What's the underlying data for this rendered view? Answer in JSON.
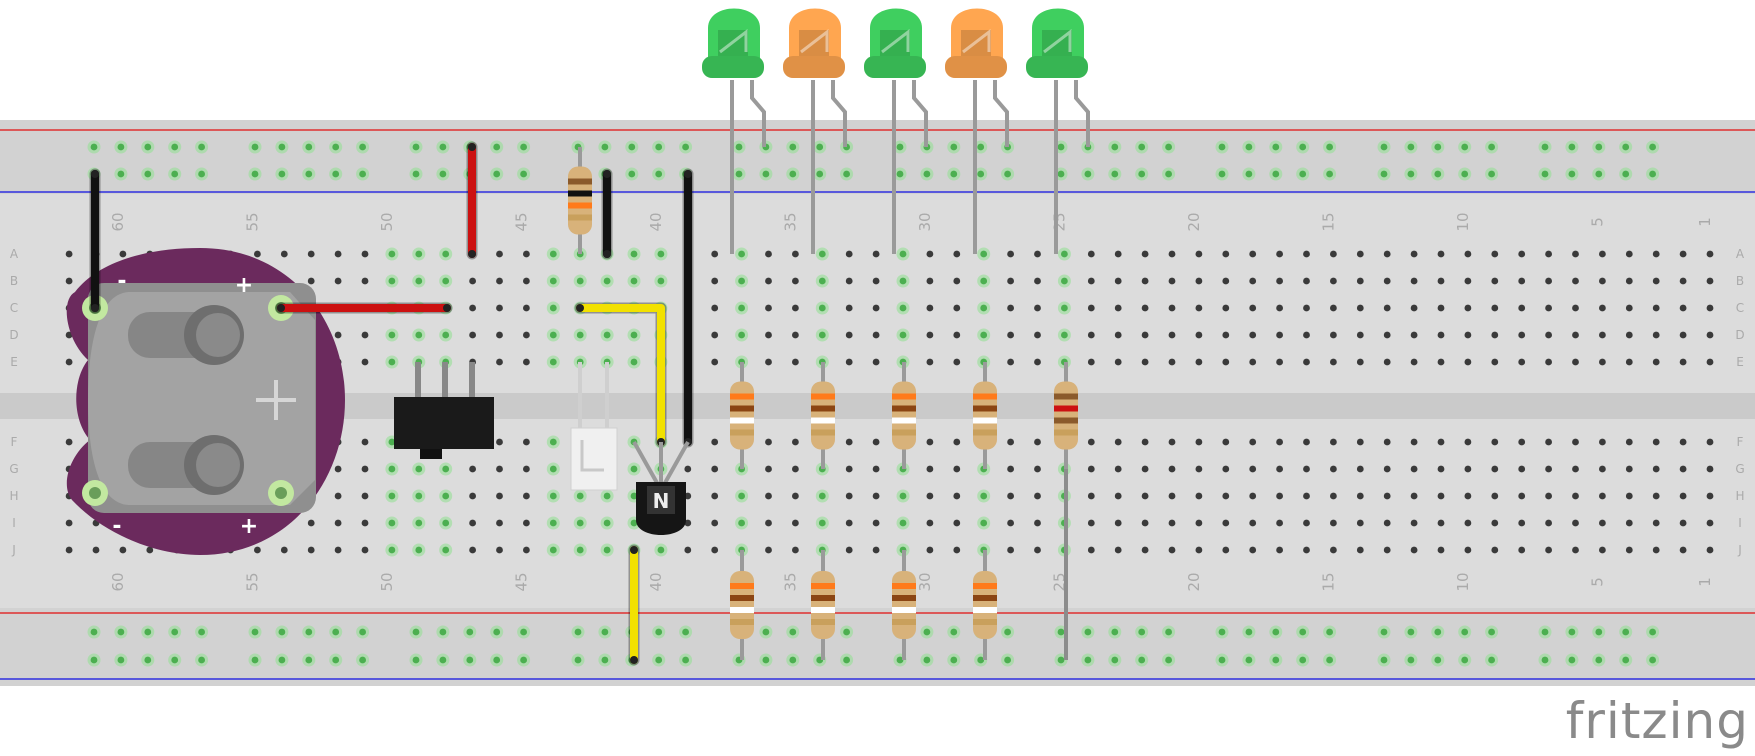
{
  "brand": {
    "label": "fritzing"
  },
  "breadboard": {
    "row_letters_top": [
      "A",
      "B",
      "C",
      "D",
      "E"
    ],
    "row_letters_bottom": [
      "F",
      "G",
      "H",
      "I",
      "J"
    ],
    "column_numbers": [
      "60",
      "55",
      "50",
      "45",
      "40",
      "35",
      "30",
      "25",
      "20",
      "15",
      "10",
      "5",
      "1"
    ],
    "rail_top_color": "#e03030",
    "rail_bottom_color": "#3030e0",
    "active_hole_color": "#4caf50"
  },
  "components": {
    "battery_holder": {
      "plus": "+",
      "minus": "-",
      "board_color": "#6b2a5d"
    },
    "leds": [
      {
        "color": "green",
        "hex": "#3fcf5f"
      },
      {
        "color": "orange",
        "hex": "#ffa650"
      },
      {
        "color": "green",
        "hex": "#3fcf5f"
      },
      {
        "color": "orange",
        "hex": "#ffa650"
      },
      {
        "color": "green",
        "hex": "#3fcf5f"
      }
    ],
    "transistor": {
      "type": "N"
    },
    "switch": {
      "kind": "slide switch"
    },
    "resistors": 10,
    "wire_colors": {
      "black": "#111111",
      "red": "#cc1111",
      "yellow": "#f2e100",
      "grey": "#8c8c8c"
    }
  }
}
